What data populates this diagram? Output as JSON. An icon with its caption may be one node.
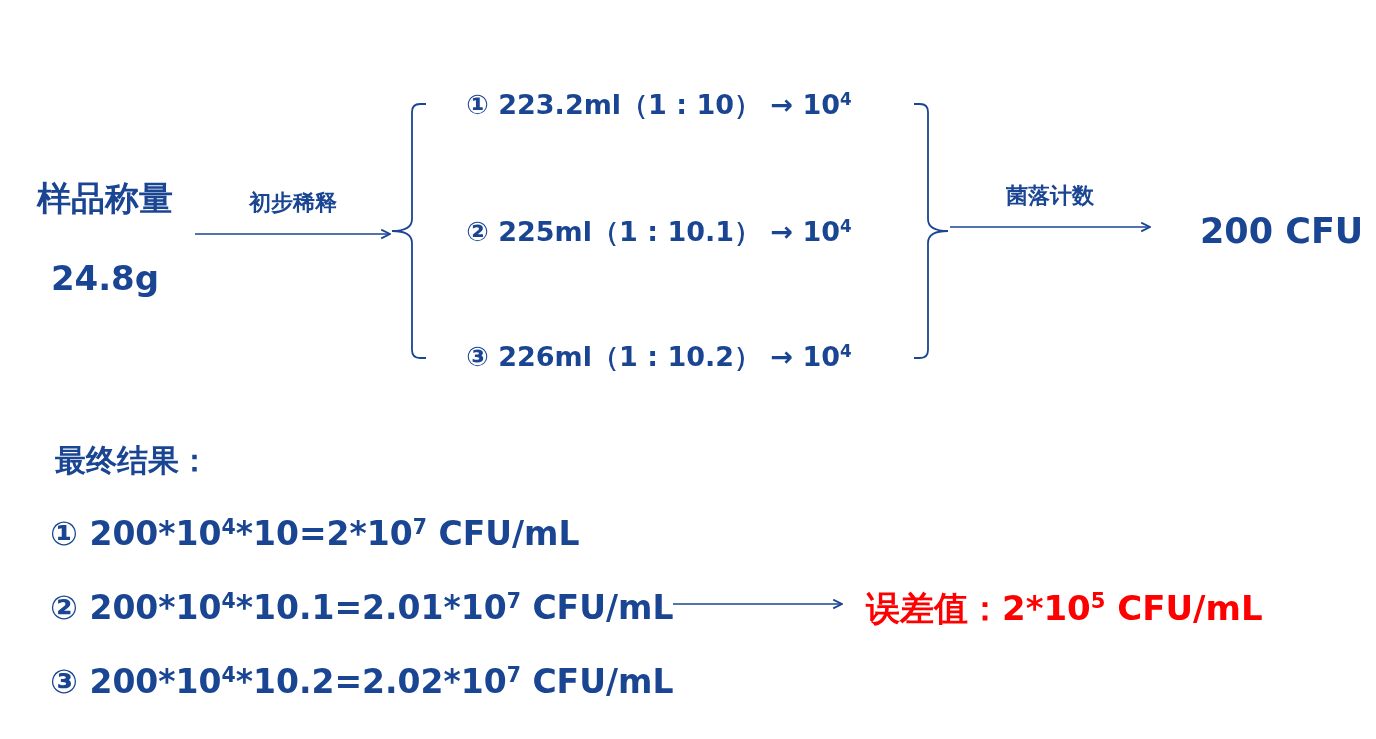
{
  "diagram": {
    "nodes": [
      {
        "text": [
          "样品称量",
          "24.8g"
        ]
      },
      {
        "text": [],
        "shape": "brace"
      },
      {
        "text": [
          "① 223.2ml（1 : 10） →  10$^{4}$"
        ]
      },
      {
        "text": [
          "② 225ml（1 : 10.1） →  10$^{4}$"
        ]
      },
      {
        "text": [
          "③ 226ml（1 : 10.2） →  10$^{4}$"
        ]
      },
      {
        "text": [],
        "shape": "brace"
      },
      {
        "text": [
          "200 CFU"
        ]
      },
      {
        "text": [
          "① 200*10$^{4}$*10=2*10$^{7}$ CFU/mL"
        ]
      },
      {
        "text": [
          "② 200*10$^{4}$*10.1=2.01*10$^{7}$ CFU/mL"
        ]
      },
      {
        "text": [
          "③ 200*10$^{4}$*10.2=2.02*10$^{7}$ CFU/mL"
        ]
      },
      {
        "text": [
          "误差值：2*10$^{5}$ CFU/mL"
        ]
      }
    ],
    "edges": [
      {
        "from": 0,
        "to": 1,
        "arrow": "to",
        "label": "初步稀释"
      },
      {
        "from": 5,
        "to": 6,
        "arrow": "to",
        "label": "菌落计数"
      },
      {
        "from": 8,
        "to": 10,
        "arrow": "to"
      }
    ],
    "labels": [
      "最终结果："
    ]
  }
}
